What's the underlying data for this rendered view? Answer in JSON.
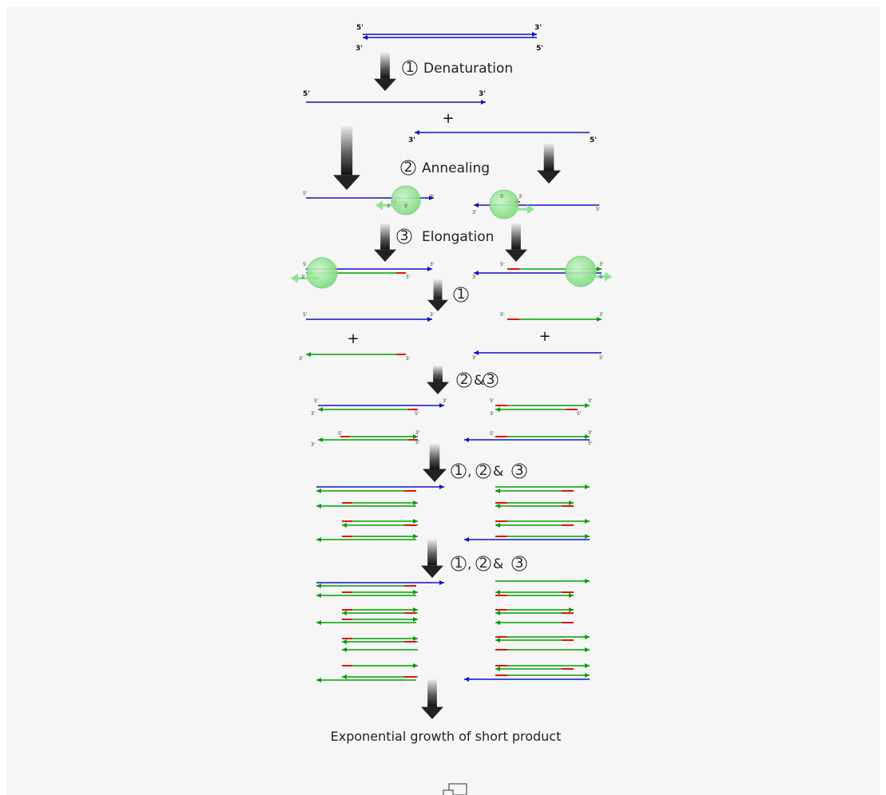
{
  "diagram": {
    "steps": {
      "denaturation": "Denaturation",
      "annealing": "Annealing",
      "elongation": "Elongation"
    },
    "step_numbers": {
      "one": "1",
      "two": "2",
      "three": "3"
    },
    "separators": {
      "and": "&",
      "comma": ","
    },
    "ends": {
      "five": "5'",
      "three": "3'"
    },
    "plus": "+",
    "conclusion": "Exponential growth of short product"
  },
  "colors": {
    "template": "#1010cc",
    "primer": "#ee0000",
    "product": "#00a000",
    "polymerase": "#8fe58f",
    "arrow": "#222222",
    "background": "#f6f6f6"
  },
  "icons": {
    "footer": "expand-icon"
  }
}
